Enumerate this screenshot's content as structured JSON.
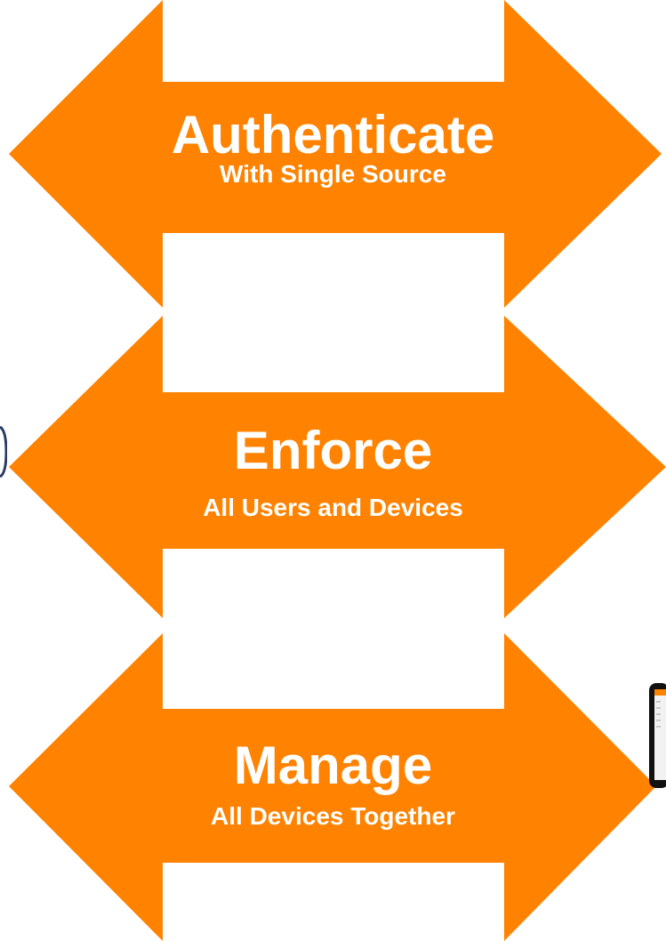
{
  "colors": {
    "arrow_fill": "#FF8200",
    "text": "#FFFFFF",
    "background": "#FFFFFF"
  },
  "arrows": [
    {
      "title": "Authenticate",
      "subtitle": "With Single Source"
    },
    {
      "title": "Enforce",
      "subtitle": "All Users and Devices"
    },
    {
      "title": "Manage",
      "subtitle": "All Devices Together"
    }
  ]
}
